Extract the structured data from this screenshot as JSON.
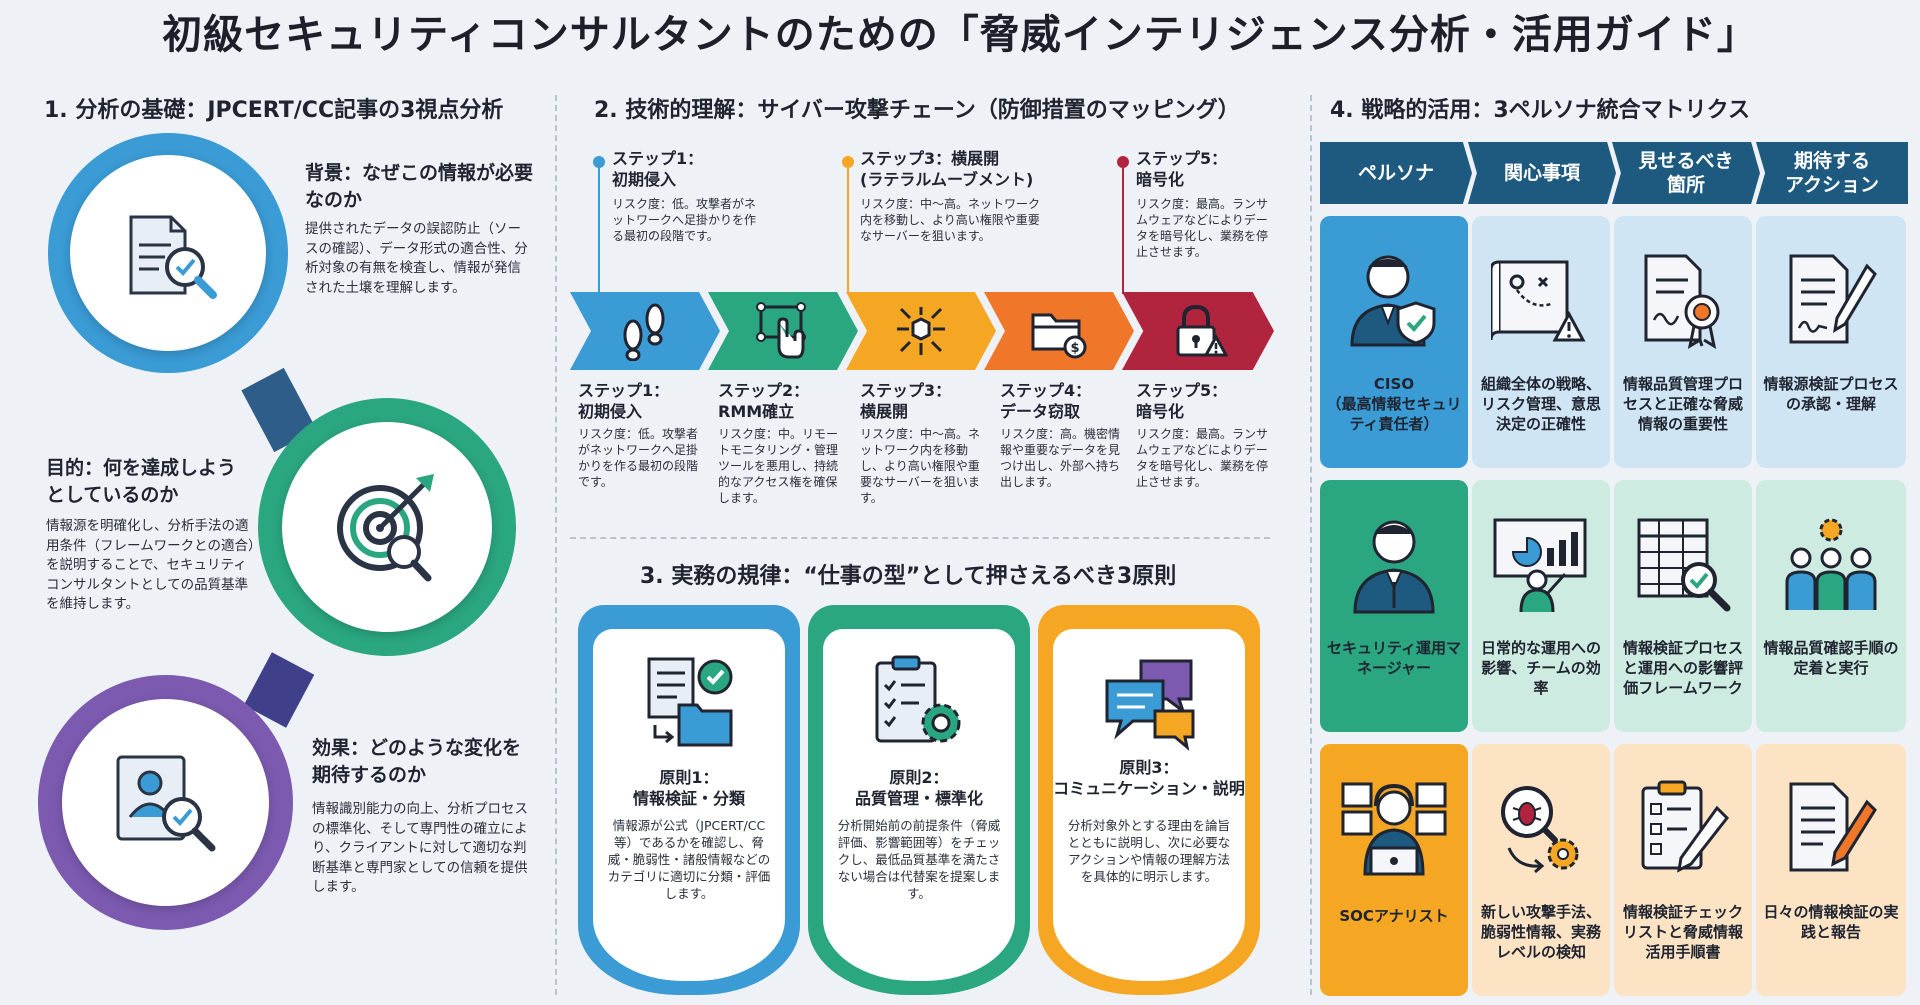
{
  "title": "初級セキュリティコンサルタントのための「脅威インテリジェンス分析・活用ガイド」",
  "section1": {
    "title": "1. 分析の基礎：JPCERT/CC記事の3視点分析",
    "items": [
      {
        "heading": "背景：なぜこの情報が必要なのか",
        "body": "提供されたデータの誤認防止（ソースの確認）、データ形式の適合性、分析対象の有無を検査し、情報が発信された土壌を理解します。",
        "icon": "document-search-icon",
        "color": "#3a9bd5"
      },
      {
        "heading": "目的：何を達成しようとしているのか",
        "body": "情報源を明確化し、分析手法の適用条件（フレームワークとの適合）を説明することで、セキュリティコンサルタントとしての品質基準を維持します。",
        "icon": "target-icon",
        "color": "#2aa681"
      },
      {
        "heading": "効果：どのような変化を期待するのか",
        "body": "情報識別能力の向上、分析プロセスの標準化、そして専門性の確立により、クライアントに対して適切な判断基準と専門家としての信頼を提供します。",
        "icon": "user-check-icon",
        "color": "#7b5ab0"
      }
    ]
  },
  "section2": {
    "title": "2. 技術的理解：サイバー攻撃チェーン（防御措置のマッピング）",
    "top_steps": [
      {
        "title": "ステップ1：\n初期侵入",
        "desc": "リスク度：低。攻撃者がネットワークへ足掛かりを作る最初の段階です。",
        "color": "#3a9bd5"
      },
      {
        "title": "ステップ3：横展開\n(ラテラルムーブメント)",
        "desc": "リスク度：中～高。ネットワーク内を移動し、より高い権限や重要なサーバーを狙います。",
        "color": "#f5a623"
      },
      {
        "title": "ステップ5：\n暗号化",
        "desc": "リスク度：最高。ランサムウェアなどによりデータを暗号化し、業務を停止させます。",
        "color": "#b0243e"
      }
    ],
    "steps": [
      {
        "title": "ステップ1：\n初期侵入",
        "desc": "リスク度：低。攻撃者がネットワークへ足掛かりを作る最初の段階です。",
        "icon": "footprints-icon",
        "color": "#3a9bd5"
      },
      {
        "title": "ステップ2：\nRMM確立",
        "desc": "リスク度：中。リモートモニタリング・管理ツールを悪用し、持続的なアクセス権を確保します。",
        "icon": "remote-control-icon",
        "color": "#2aa681"
      },
      {
        "title": "ステップ3：\n横展開",
        "desc": "リスク度：中～高。ネットワーク内を移動し、より高い権限や重要なサーバーを狙います。",
        "icon": "network-spread-icon",
        "color": "#f5a623"
      },
      {
        "title": "ステップ4：\nデータ窃取",
        "desc": "リスク度：高。機密情報や重要なデータを見つけ出し、外部へ持ち出します。",
        "icon": "folder-money-icon",
        "color": "#f0762a"
      },
      {
        "title": "ステップ5：\n暗号化",
        "desc": "リスク度：最高。ランサムウェアなどによりデータを暗号化し、業務を停止させます。",
        "icon": "lock-alert-icon",
        "color": "#b0243e"
      }
    ]
  },
  "section3": {
    "title": "3. 実務の規律：“仕事の型”として押さえるべき3原則",
    "principles": [
      {
        "title": "原則1：\n情報検証・分類",
        "desc": "情報源が公式（JPCERT/CC等）であるかを確認し、脅威・脆弱性・諸般情報などのカテゴリに適切に分類・評価します。",
        "icon": "document-folder-icon",
        "color": "#3a9bd5"
      },
      {
        "title": "原則2：\n品質管理・標準化",
        "desc": "分析開始前の前提条件（脅威評価、影響範囲等）をチェックし、最低品質基準を満たさない場合は代替案を提案します。",
        "icon": "checklist-gear-icon",
        "color": "#2aa681"
      },
      {
        "title": "原則3：\nコミュニケーション・説明",
        "desc": "分析対象外とする理由を論旨とともに説明し、次に必要なアクションや情報の理解方法を具体的に明示します。",
        "icon": "chat-bubbles-icon",
        "color": "#f5a623"
      }
    ]
  },
  "section4": {
    "title": "4. 戦略的活用：3ペルソナ統合マトリクス",
    "headers": [
      "ペルソナ",
      "関心事項",
      "見せるべき\n箇所",
      "期待する\nアクション"
    ],
    "header_color": "#1e5a80",
    "rows": [
      {
        "color": "#3a9bd5",
        "light": "#cfe5f4",
        "cells": [
          {
            "text": "CISO\n（最高情報セキュリティ責任者）",
            "icon": "executive-shield-icon"
          },
          {
            "text": "組織全体の戦略、リスク管理、意思決定の正確性",
            "icon": "strategy-map-icon"
          },
          {
            "text": "情報品質管理プロセスと正確な脅威情報の重要性",
            "icon": "certificate-icon"
          },
          {
            "text": "情報源検証プロセスの承認・理解",
            "icon": "sign-document-icon"
          }
        ]
      },
      {
        "color": "#2aa681",
        "light": "#cdebe0",
        "cells": [
          {
            "text": "セキュリティ運用マネージャー",
            "icon": "manager-icon"
          },
          {
            "text": "日常的な運用への影響、チームの効率",
            "icon": "presentation-icon"
          },
          {
            "text": "情報検証プロセスと運用への影響評価フレームワーク",
            "icon": "spreadsheet-search-icon"
          },
          {
            "text": "情報品質確認手順の定着と実行",
            "icon": "team-gear-icon"
          }
        ]
      },
      {
        "color": "#f5a623",
        "light": "#fbe3c4",
        "cells": [
          {
            "text": "SOCアナリスト",
            "icon": "analyst-icon"
          },
          {
            "text": "新しい攻撃手法、脆弱性情報、実務レベルの検知",
            "icon": "bug-search-icon"
          },
          {
            "text": "情報検証チェックリストと脅威情報活用手順書",
            "icon": "checklist-pen-icon"
          },
          {
            "text": "日々の情報検証の実践と報告",
            "icon": "report-pen-icon"
          }
        ]
      }
    ]
  }
}
